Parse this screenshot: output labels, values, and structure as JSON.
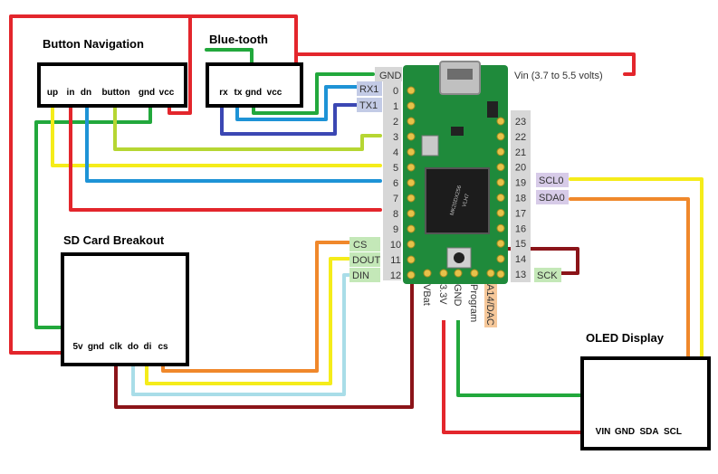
{
  "modules": {
    "button_nav": {
      "title": "Button Navigation",
      "pins": [
        "up",
        "in",
        "dn",
        "button",
        "gnd",
        "vcc"
      ]
    },
    "bluetooth": {
      "title": "Blue-tooth",
      "pins": [
        "rx",
        "tx",
        "gnd",
        "vcc"
      ]
    },
    "sd_card": {
      "title": "SD Card Breakout",
      "pins": [
        "5v",
        "gnd",
        "clk",
        "do",
        "di",
        "cs"
      ]
    },
    "oled": {
      "title": "OLED Display",
      "pins": [
        "VIN",
        "GND",
        "SDA",
        "SCL"
      ]
    }
  },
  "board": {
    "left_pins": [
      "0",
      "1",
      "2",
      "3",
      "4",
      "5",
      "6",
      "7",
      "8",
      "9",
      "10",
      "11",
      "12"
    ],
    "right_pins": [
      "23",
      "22",
      "21",
      "20",
      "19",
      "18",
      "17",
      "16",
      "15",
      "14",
      "13"
    ],
    "bottom_pins": [
      "VBat",
      "3.3V",
      "GND",
      "Program",
      "A14/DAC"
    ],
    "chip_text": [
      "MK20DX256",
      "VLH7"
    ],
    "gnd_label": "GND",
    "vin_label": "Vin  (3.7 to 5.5 volts)"
  },
  "tags": {
    "rx1": "RX1",
    "tx1": "TX1",
    "scl0": "SCL0",
    "sda0": "SDA0",
    "cs": "CS",
    "dout": "DOUT",
    "din": "DIN",
    "sck": "SCK"
  },
  "colors": {
    "red": "#e3262c",
    "green": "#22a83c",
    "blue": "#1e93d6",
    "navy": "#3b47b3",
    "yellow": "#f5ec1a",
    "lime": "#b6d633",
    "orange": "#f0882b",
    "lightblue": "#a9dde8",
    "darkred": "#8b1419",
    "pcb": "#1f8a3b"
  }
}
